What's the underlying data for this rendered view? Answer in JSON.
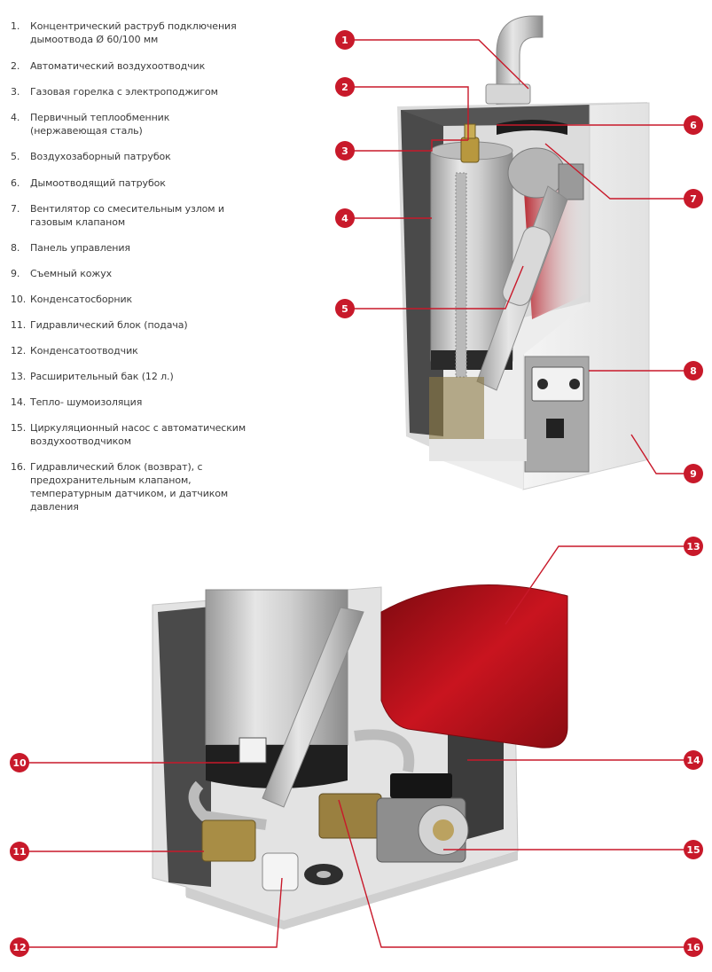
{
  "legend": [
    {
      "num": "1.",
      "text": "Концентрический раструб подключения\nдымоотвода Ø 60/100 мм"
    },
    {
      "num": "2.",
      "text": "Автоматический воздухоотводчик"
    },
    {
      "num": "3.",
      "text": "Газовая горелка с электроподжигом"
    },
    {
      "num": "4.",
      "text": "Первичный теплообменник\n(нержавеющая сталь)"
    },
    {
      "num": "5.",
      "text": "Воздухозаборный патрубок"
    },
    {
      "num": "6.",
      "text": "Дымоотводящий патрубок"
    },
    {
      "num": "7.",
      "text": "Вентилятор со смесительным узлом и\nгазовым клапаном"
    },
    {
      "num": "8.",
      "text": "Панель управления"
    },
    {
      "num": "9.",
      "text": "Съемный кожух"
    },
    {
      "num": "10.",
      "text": "Конденсатосборник"
    },
    {
      "num": "11.",
      "text": "Гидравлический блок (подача)"
    },
    {
      "num": "12.",
      "text": "Конденсатоотводчик"
    },
    {
      "num": "13.",
      "text": "Расширительный бак (12 л.)"
    },
    {
      "num": "14.",
      "text": "Тепло- шумоизоляция"
    },
    {
      "num": "15.",
      "text": "Циркуляционный насос с автоматическим\nвоздухоотводчиком"
    },
    {
      "num": "16.",
      "text": "Гидравлический блок (возврат), с\nпредохранительным клапаном,\nтемпературным датчиком, и датчиком\nдавления"
    }
  ],
  "callouts": [
    "1",
    "2",
    "3",
    "4",
    "5",
    "6",
    "7",
    "8",
    "9",
    "10",
    "11",
    "12",
    "13",
    "14",
    "15",
    "16"
  ],
  "colors": {
    "accent": "#c8192a",
    "text": "#3a3a3a",
    "casing": "#ececec",
    "insulation": "#4a4a4a",
    "tank_red": "#b3121c",
    "steel": "#c9c9c9"
  }
}
